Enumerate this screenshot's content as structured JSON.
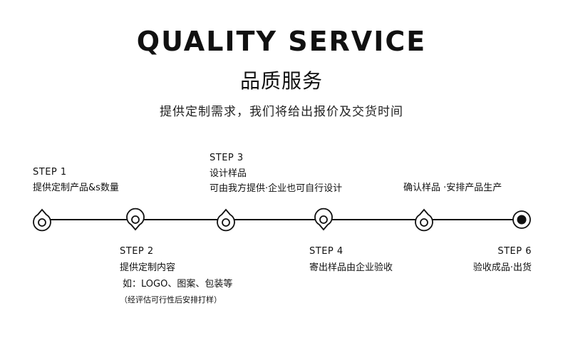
{
  "header": {
    "title": "QUALITY SERVICE",
    "subtitle": "品质服务",
    "description": "提供定制需求，我们将给出报价及交货时间"
  },
  "steps": [
    {
      "label": "STEP 1",
      "lines": [
        "提供定制产品&s数量"
      ]
    },
    {
      "label": "STEP 2",
      "lines": [
        "提供定制内容",
        "如：LOGO、图案、包装等",
        "（经评估可行性后安排打样）"
      ]
    },
    {
      "label": "STEP 3",
      "lines": [
        "设计样品",
        "可由我方提供·企业也可自行设计"
      ]
    },
    {
      "label": "STEP 4",
      "lines": [
        "寄出样品由企业验收"
      ]
    },
    {
      "label": "",
      "lines": [
        "确认样品 ·安排产品生产"
      ]
    },
    {
      "label": "STEP 6",
      "lines": [
        "验收成品·出货"
      ]
    }
  ],
  "colors": {
    "ink": "#111111",
    "background": "#ffffff"
  }
}
